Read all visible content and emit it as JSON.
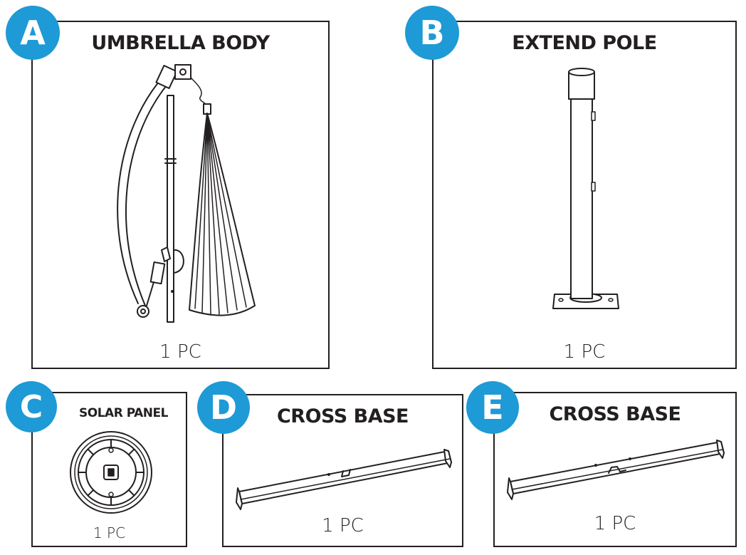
{
  "parts": [
    {
      "letter": "A",
      "title": "UMBRELLA BODY",
      "quantity": "1 PC",
      "icon": "umbrella-body-illustration"
    },
    {
      "letter": "B",
      "title": "EXTEND POLE",
      "quantity": "1 PC",
      "icon": "extend-pole-illustration"
    },
    {
      "letter": "C",
      "title": "SOLAR PANEL",
      "quantity": "1 PC",
      "icon": "solar-panel-illustration"
    },
    {
      "letter": "D",
      "title": "CROSS BASE",
      "quantity": "1 PC",
      "icon": "cross-base-illustration"
    },
    {
      "letter": "E",
      "title": "CROSS BASE",
      "quantity": "1 PC",
      "icon": "cross-base-illustration"
    }
  ],
  "colors": {
    "badge": "#1e9ad6",
    "line": "#231f20",
    "background": "#ffffff"
  }
}
